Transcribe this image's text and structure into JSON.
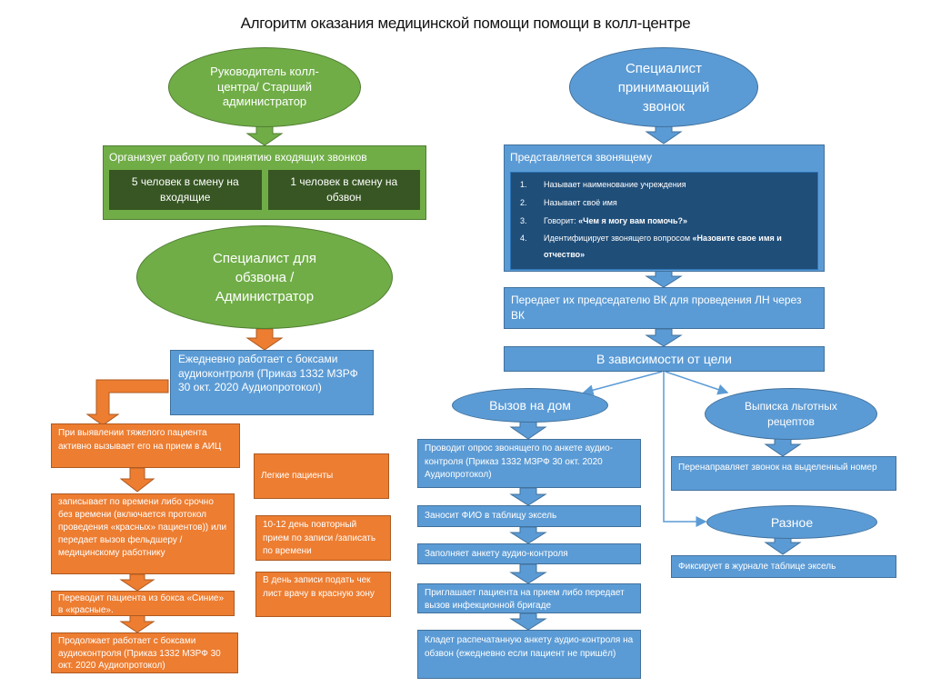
{
  "title": "Алгоритм оказания медицинской помощи помощи в колл-центре",
  "colors": {
    "green": "#70ad47",
    "dark_green": "#375623",
    "blue": "#5b9bd5",
    "navy": "#1f4e79",
    "orange": "#ed7d31",
    "text_light": "#ffffff"
  },
  "left": {
    "head_ellipse": "Руководитель колл-центра/ Старший администратор",
    "organizes_box": {
      "label": "Организует работу по принятию входящих звонков",
      "sub_left": "5 человек в смену на входящие",
      "sub_right": "1 человек в смену на обзвон"
    },
    "outbound_ellipse": "Специалист для обзвона / Администратор",
    "daily_box": "Ежедневно работает с боксами аудиоконтроля (Приказ 1332 МЗРФ 30 окт. 2020 Аудиопротокол)",
    "severe_chain": [
      "При выявлении тяжелого пациента активно вызывает его на прием в АИЦ",
      "записывает по времени либо срочно без времени (включается протокол проведения «красных» пациентов)) или передает вызов фельдшеру / медицинскому работнику",
      "Переводит пациента из бокса «Синие» в «красные».",
      "Продолжает работает с боксами аудиоконтроля (Приказ 1332 МЗРФ 30 окт. 2020 Аудиопротокол)"
    ],
    "mild_chain": [
      "Легкие пациенты",
      "10-12 день повторный прием по записи /записать по времени",
      "В день записи подать чек лист врачу в красную зону"
    ]
  },
  "right": {
    "head_ellipse": "Специалист принимающий звонок",
    "introduces_box": {
      "label": "Представляется звонящему",
      "steps": [
        {
          "n": "1.",
          "text": "Называет наименование учреждения",
          "bold": ""
        },
        {
          "n": "2.",
          "text": "Называет своё имя",
          "bold": ""
        },
        {
          "n": "3.",
          "text": "Говорит: ",
          "bold": "«Чем я могу вам помочь?»"
        },
        {
          "n": "4.",
          "text": "Идентифицирует звонящего вопросом ",
          "bold": "«Назовите свое имя и отчество»"
        }
      ]
    },
    "transfer_box": "Передает их председателю ВК для проведения ЛН через ВК",
    "depends_box": "В зависимости от цели",
    "home_call": {
      "ellipse": "Вызов на дом",
      "steps": [
        "Проводит опрос звонящего по анкете аудио-контроля (Приказ 1332 МЗРФ 30 окт. 2020 Аудиопротокол)",
        "Заносит ФИО в таблицу эксель",
        "Заполняет анкету аудио-контроля",
        "Приглашает пациента на прием либо передает вызов инфекционной бригаде",
        "Кладет распечатанную анкету аудио-контроля на обзвон (ежедневно если пациент не пришёл)"
      ]
    },
    "prescriptions": {
      "ellipse": "Выписка льготных рецептов",
      "step": "Перенаправляет звонок на выделенный номер"
    },
    "misc": {
      "ellipse": "Разное",
      "step": "Фиксирует в журнале таблице эксель"
    }
  }
}
